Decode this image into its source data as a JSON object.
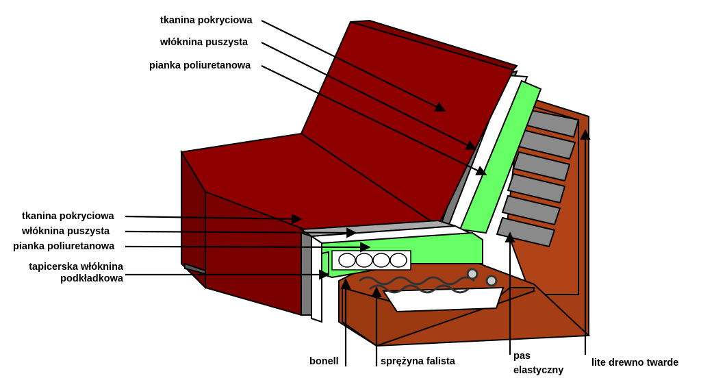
{
  "labels": {
    "back_cover_fabric": "tkanina pokryciowa",
    "back_fluffy_fiber": "włóknina puszysta",
    "back_pu_foam": "pianka poliuretanowa",
    "seat_cover_fabric": "tkanina pokryciowa",
    "seat_fluffy_fiber": "włóknina puszysta",
    "seat_pu_foam": "pianka poliuretanowa",
    "padding_fiber_line1": "tapicerska włóknina",
    "padding_fiber_line2": "podkładkowa",
    "bonell": "bonell",
    "wavy_spring": "sprężyna falista",
    "elastic_belt_line1": "pas",
    "elastic_belt_line2": "elastyczny",
    "hardwood": "lite drewno twarde"
  },
  "colors": {
    "fabric": "#8e0000",
    "fabric_dark": "#6e0000",
    "foam": "#66ff66",
    "fiber": "#ffffff",
    "grey": "#7a7a7a",
    "wood": "#b04418",
    "belt": "#808080"
  }
}
